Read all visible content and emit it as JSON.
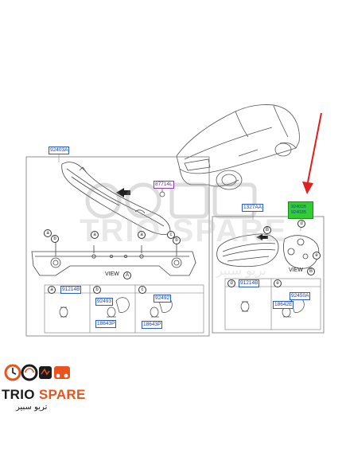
{
  "labels": {
    "tail_lamp_outer_assy": "92403A",
    "tail_lamp_inner_assy": "92401B",
    "inner_assy_alt": "92402B",
    "screw_center": "87714L",
    "screw_right": "1327AA",
    "socket_a_left": "91214B",
    "socket_b_1": "92493",
    "socket_b_2": "92492",
    "bulb_b_1": "18643P",
    "bulb_b_2": "18643P",
    "socket_d_right": "91214B",
    "socket_e_right": "92450A",
    "bulb_e_right": "18642E"
  },
  "callouts": {
    "a": "a",
    "b": "b",
    "c": "c",
    "d": "d",
    "e": "e",
    "A": "A",
    "B": "B"
  },
  "views": {
    "view_a": "VIEW",
    "view_b": "VIEW"
  },
  "watermark": {
    "text": "TRIO SPARE",
    "arabic": "تريو سبير"
  },
  "logo": {
    "brand_part1": "TRIO",
    "brand_part2": "SPARE",
    "arabic": "تريو سبير"
  },
  "colors": {
    "part_label_blue": "#2a5bd0",
    "arrow_red": "#e02020",
    "highlight_green": "#33cc33",
    "logo_orange": "#e8541f"
  }
}
